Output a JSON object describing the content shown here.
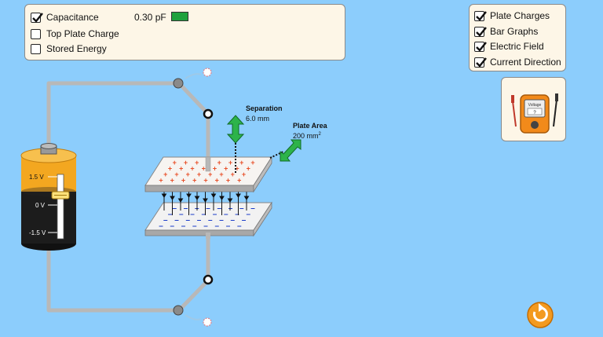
{
  "capacitance": {
    "label": "Capacitance",
    "checked": true,
    "value": "0.30 pF",
    "color": "#1fa23d"
  },
  "top_plate_charge": {
    "label": "Top Plate Charge",
    "checked": false
  },
  "stored_energy": {
    "label": "Stored Energy",
    "checked": false
  },
  "view_options": [
    {
      "label": "Plate Charges",
      "checked": true
    },
    {
      "label": "Bar Graphs",
      "checked": true
    },
    {
      "label": "Electric Field",
      "checked": true
    },
    {
      "label": "Current Direction",
      "checked": true
    }
  ],
  "voltmeter": {
    "title": "Voltage",
    "reading": "?"
  },
  "battery": {
    "ticks": [
      "1.5 V",
      "0 V",
      "-1.5 V"
    ]
  },
  "separation": {
    "label": "Separation",
    "value": "6.0 mm"
  },
  "plate_area": {
    "label": "Plate Area",
    "value": "200 mm",
    "unit_sup": "2"
  },
  "colors": {
    "background": "#8ccdfc",
    "wire": "#b8b8b8",
    "plus": "#e8502a",
    "minus": "#1a3cc8",
    "arrow": "#2db34a",
    "reset": "#f39a1f"
  }
}
